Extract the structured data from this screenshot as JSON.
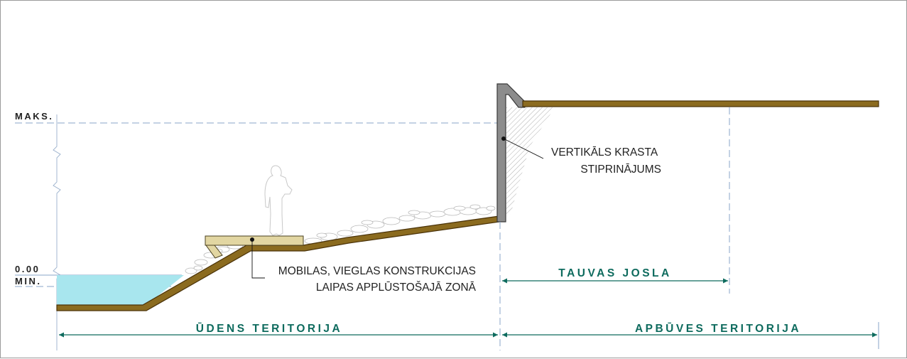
{
  "levels": {
    "max": "MAKS.",
    "zero": "0.00",
    "min": "MIN."
  },
  "notes": {
    "wall_line1": "VERTIKĀLS KRASTA",
    "wall_line2": "STIPRINĀJUMS",
    "pier_line1": "MOBILAS, VIEGLAS KONSTRUKCIJAS",
    "pier_line2": "LAIPAS APPLŪSTOŠAJĀ ZONĀ"
  },
  "dimensions": {
    "towpath": "TAUVAS JOSLA",
    "water_territory": "ŪDENS TERITORIJA",
    "building_territory": "APBŪVES TERITORIJA"
  },
  "colors": {
    "ground": "#6b4a14",
    "ground_fill": "#8b6b1f",
    "water": "#a8e6ee",
    "pier": "#e2d6a2",
    "wall": "#8c8c8c",
    "dim_line": "#0e6b5e",
    "guide": "#8aa6c8"
  }
}
